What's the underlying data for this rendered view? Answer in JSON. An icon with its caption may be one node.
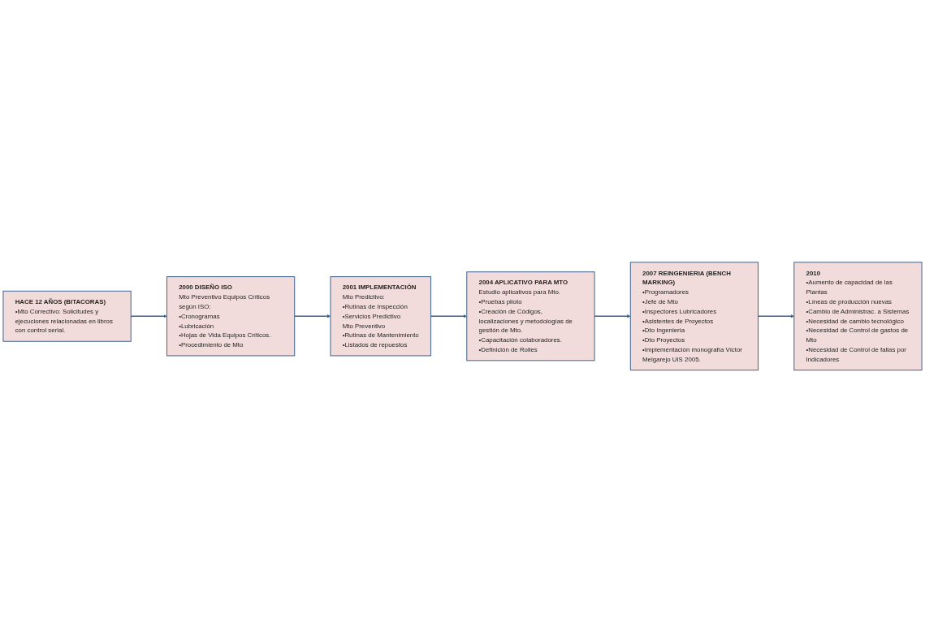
{
  "diagram": {
    "nodes": [
      {
        "text": [
          "HACE 12 AÑOS (BITACORAS)",
          "•Mto Correctivo: Solicitudes y ejecuciones relacionadas en libros con control serial."
        ]
      },
      {
        "text": [
          "2000 DISEÑO ISO",
          "Mto Preventivo Equipos Críticos según ISO:",
          "•Cronogramas",
          "•Lubricación",
          "•Hojas de Vida Equipos Críticos.",
          "•Procedimiento de Mto"
        ]
      },
      {
        "text": [
          "2001 IMPLEMENTACIÓN",
          "Mto Predictivo:",
          "•Rutinas de Inspección",
          "•Servicios Predictivo",
          "Mto Preventivo",
          "•Rutinas de Mantenimiento",
          "•Listados de repuestos"
        ]
      },
      {
        "text": [
          "2010",
          "•Aumento de capacidad de las Plantas",
          "•Líneas de producción nuevas",
          "•Cambio de Administrac. a Sistemas",
          "•Necesidad de cambio tecnológico",
          "•Necesidad de Control de gastos de Mto",
          "•Necesidad de Control de fallas por Indicadores"
        ]
      },
      {
        "text": [
          "2007 REINGENIERIA (BENCH MARKING)",
          "•Programadores",
          "•Jefe de Mto",
          "•Inspectores Lubricadores",
          "•Asistentes de Proyectos",
          "•Dto Ingeniería",
          "•Dto Proyectos",
          "•Implementación monografía Víctor Melgarejo UIS 2005."
        ]
      },
      {
        "text": [
          "2004 APLICATIVO PARA MTO",
          "Estudio aplicativos para Mto.",
          "•Pruebas piloto",
          "•Creación de Códigos, localizaciones y metodologías de gestión de Mto.",
          "•Capacitación colaboradores.",
          "•Definición de Rolles"
        ]
      }
    ],
    "edges": [
      {
        "from": 0,
        "to": 1,
        "arrow": "to"
      },
      {
        "from": 1,
        "to": 2,
        "arrow": "to"
      },
      {
        "from": 2,
        "to": 5,
        "arrow": "to"
      },
      {
        "from": 5,
        "to": 4,
        "arrow": "to"
      },
      {
        "from": 4,
        "to": 3,
        "arrow": "to"
      }
    ]
  }
}
